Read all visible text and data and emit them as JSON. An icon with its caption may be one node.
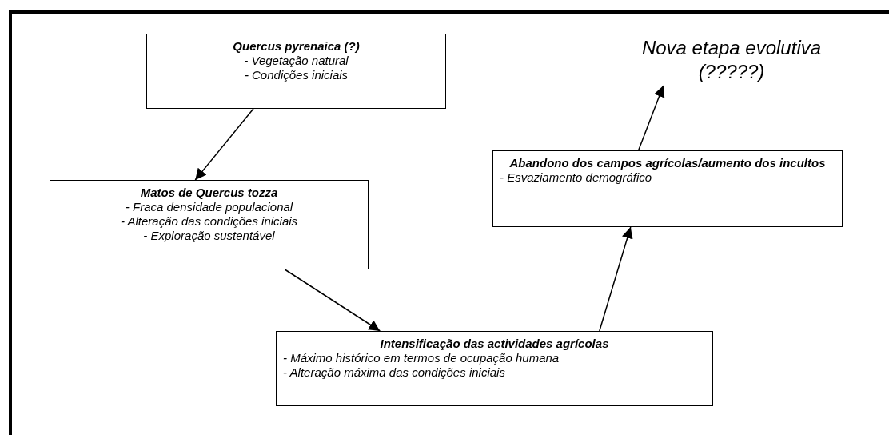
{
  "diagram": {
    "nodes": [
      {
        "text": [
          "Quercus pyrenaica (?)",
          "- Vegetação natural",
          "- Condições iniciais"
        ]
      },
      {
        "text": [
          "Matos de Quercus tozza",
          "- Fraca densidade populacional",
          "- Alteração das condições iniciais",
          "- Exploração sustentável"
        ]
      },
      {
        "text": [
          "Intensificação das actividades agrícolas",
          "- Máximo histórico em termos de ocupação humana",
          "- Alteração máxima das condições iniciais"
        ]
      },
      {
        "text": [
          "Abandono dos campos agrícolas/aumento dos incultos",
          "- Esvaziamento demográfico"
        ]
      },
      {
        "text": [
          "Nova etapa evolutiva (?????)"
        ]
      }
    ],
    "edges": [
      {
        "from": 0,
        "to": 1,
        "arrow": "to"
      },
      {
        "from": 1,
        "to": 2,
        "arrow": "to"
      },
      {
        "from": 2,
        "to": 3,
        "arrow": "to"
      },
      {
        "from": 3,
        "to": 4,
        "arrow": "to"
      }
    ]
  }
}
